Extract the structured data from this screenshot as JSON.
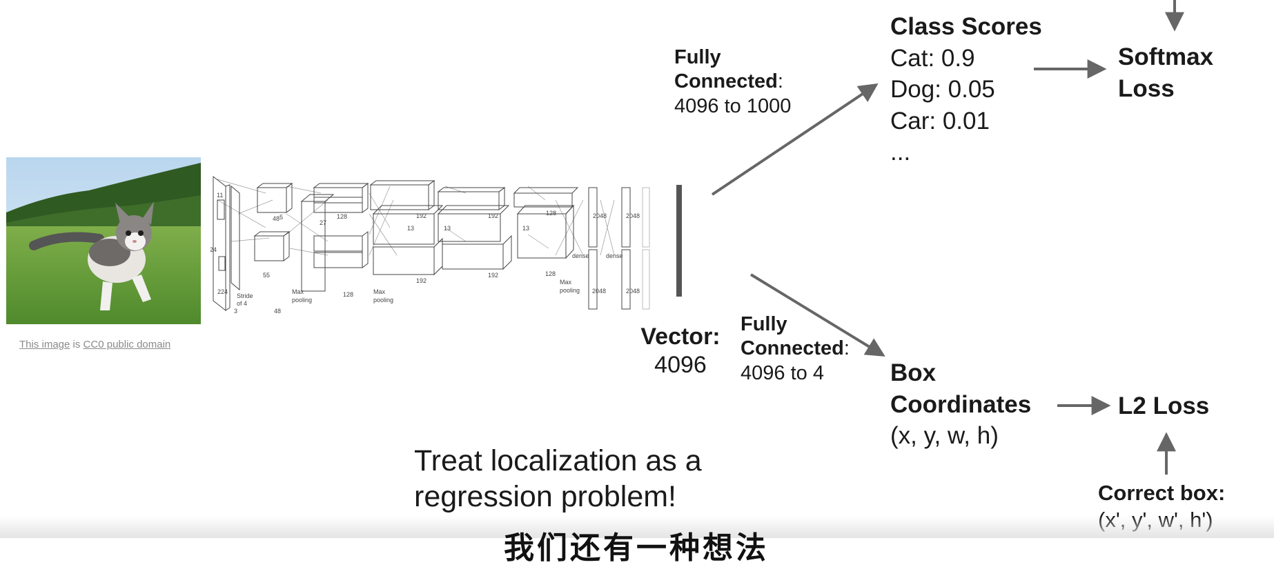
{
  "photo_credit": {
    "link_image": "This image",
    "is_text": "is",
    "link_license": "CC0 public domain"
  },
  "network_labels": {
    "s224a": "224",
    "s224b": "224",
    "s3": "3",
    "s11": "11",
    "s5": "5",
    "s55": "55",
    "s48a": "48",
    "s48b": "48",
    "s27": "27",
    "s128a": "128",
    "s128b": "128",
    "s192a": "192",
    "s192b": "192",
    "s192c": "192",
    "s192d": "192",
    "s13a": "13",
    "s13b": "13",
    "s13c": "13",
    "s128c": "128",
    "s128d": "128",
    "s2048a": "2048",
    "s2048b": "2048",
    "s2048c": "2048",
    "s2048d": "2048",
    "stride1": "Stride",
    "stride2": "of 4",
    "maxpool1a": "Max",
    "maxpool1b": "pooling",
    "maxpool2a": "Max",
    "maxpool2b": "pooling",
    "maxpool3a": "Max",
    "maxpool3b": "pooling",
    "dense1": "dense",
    "dense2": "dense"
  },
  "vector": {
    "title": "Vector:",
    "value": "4096"
  },
  "fc_top": {
    "line1": "Fully",
    "line2": "Connected",
    "colon": ":",
    "line3": "4096 to 1000"
  },
  "fc_bottom": {
    "line1": "Fully",
    "line2": "Connected",
    "colon": ":",
    "line3": "4096 to 4"
  },
  "class_scores": {
    "title": "Class Scores",
    "items": [
      "Cat: 0.9",
      "Dog: 0.05",
      "Car: 0.01",
      "..."
    ]
  },
  "softmax": {
    "line1": "Softmax",
    "line2": "Loss"
  },
  "box_coords": {
    "line1": "Box",
    "line2": "Coordinates",
    "line3": "(x, y, w, h)"
  },
  "l2_loss": "L2 Loss",
  "correct_box": {
    "line1": "Correct box:",
    "line2": "(x', y', w', h')"
  },
  "caption": {
    "line1": "Treat localization as a",
    "line2": "regression problem!"
  },
  "subtitle": "我们还有一种想法",
  "colors": {
    "arrow": "#666666",
    "text": "#1a1a1a",
    "credit": "#8a8a8a",
    "sky": "#cfe3f3",
    "grass": "#5a9a34"
  }
}
